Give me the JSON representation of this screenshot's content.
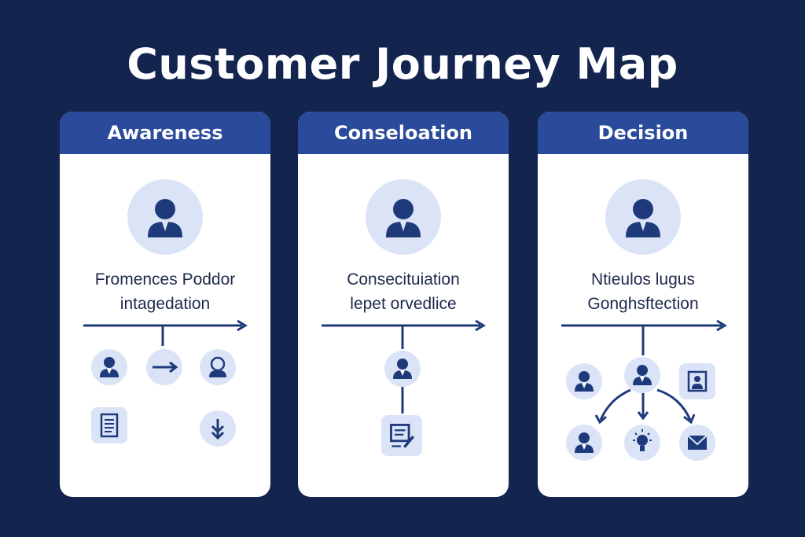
{
  "title": "Customer Journey Map",
  "stages": [
    {
      "name": "Awareness",
      "line1": "Fromences Poddor",
      "line2": "intagedation"
    },
    {
      "name": "Conseloation",
      "line1": "Consecituiation",
      "line2": "lepet orvedlice"
    },
    {
      "name": "Decision",
      "line1": "Ntieulos lugus",
      "line2": "Gonghsftection"
    }
  ],
  "colors": {
    "background": "#13244f",
    "header": "#2a4a9b",
    "icon": "#1f3a7a",
    "icon_bg": "#dbe4f7"
  }
}
